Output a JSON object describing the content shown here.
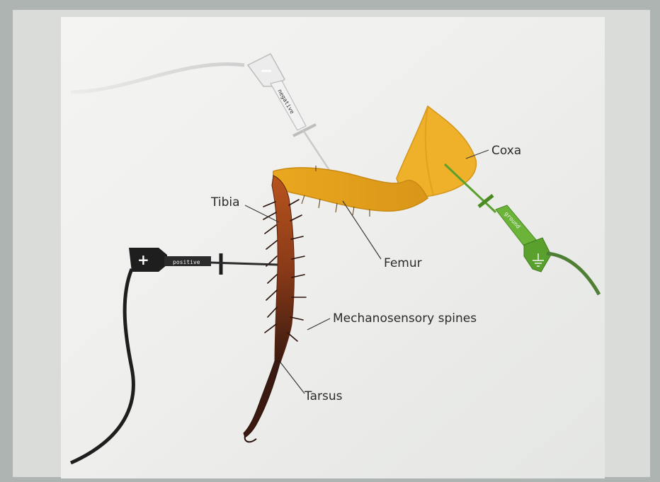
{
  "labels": {
    "coxa": "Coxa",
    "tibia": "Tibia",
    "femur": "Femur",
    "spines": "Mechanosensory spines",
    "tarsus": "Tarsus"
  },
  "electrodes": {
    "negative": {
      "sign": "−",
      "tag": "negative"
    },
    "positive": {
      "sign": "+",
      "tag": "positive"
    },
    "ground": {
      "tag": "ground"
    }
  },
  "colors": {
    "femur": "#e6a51e",
    "coxa": "#efb02a",
    "tibia": "#8a3b18",
    "ground_electrode": "#5aa02c",
    "positive_electrode": "#1e1e1e",
    "negative_electrode": "#ececec"
  }
}
